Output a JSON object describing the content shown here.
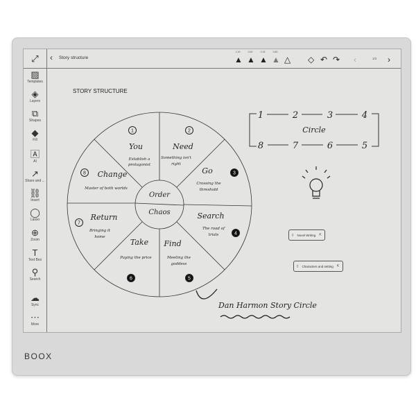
{
  "device": {
    "brand": "BOOX"
  },
  "header": {
    "title": "Story structure",
    "page": "1/2",
    "pen_sizes": [
      "1.15",
      "0.60",
      "0.15",
      "0.80"
    ]
  },
  "sidebar": {
    "items": [
      {
        "label": "Templates",
        "icon": "templates-icon",
        "g": "▨"
      },
      {
        "label": "Layers",
        "icon": "layers-icon",
        "g": "◈"
      },
      {
        "label": "Shapes",
        "icon": "shapes-icon",
        "g": "⧉"
      },
      {
        "label": "Fill",
        "icon": "fill-icon",
        "g": "◆"
      },
      {
        "label": "AI",
        "icon": "ai-icon",
        "g": "🄰"
      },
      {
        "label": "Share and ...",
        "icon": "share-icon",
        "g": "↗"
      },
      {
        "label": "Insert",
        "icon": "link-icon",
        "g": "⛓"
      },
      {
        "label": "Lasso",
        "icon": "lasso-icon",
        "g": "◯"
      },
      {
        "label": "Zoom",
        "icon": "zoom-icon",
        "g": "⊕"
      },
      {
        "label": "Text Box",
        "icon": "textbox-icon",
        "g": "T"
      },
      {
        "label": "Search",
        "icon": "search-icon",
        "g": "⚲"
      },
      {
        "label": "Sync",
        "icon": "sync-icon",
        "g": "☁"
      },
      {
        "label": "More",
        "icon": "more-icon",
        "g": "⋯"
      }
    ]
  },
  "note": {
    "heading": "STORY STRUCTURE",
    "center_top": "Order",
    "center_bottom": "Chaos",
    "segments": [
      {
        "num": "1",
        "title": "You",
        "desc1": "Establish a",
        "desc2": "protagonist"
      },
      {
        "num": "2",
        "title": "Need",
        "desc1": "Something isn't",
        "desc2": "right"
      },
      {
        "num": "3",
        "title": "Go",
        "desc1": "Crossing the",
        "desc2": "threshold"
      },
      {
        "num": "4",
        "title": "Search",
        "desc1": "The road of",
        "desc2": "trials"
      },
      {
        "num": "5",
        "title": "Find",
        "desc1": "Meeting the",
        "desc2": "goddess"
      },
      {
        "num": "6",
        "title": "Take",
        "desc1": "Paying the price",
        "desc2": ""
      },
      {
        "num": "7",
        "title": "Return",
        "desc1": "Bringing it",
        "desc2": "home"
      },
      {
        "num": "8",
        "title": "Change",
        "desc1": "Master of both worlds",
        "desc2": ""
      }
    ],
    "cycle": {
      "top": [
        "1",
        "2",
        "3",
        "4"
      ],
      "bottom": [
        "8",
        "7",
        "6",
        "5"
      ],
      "label": "Circle"
    },
    "links": [
      "Novel Writing",
      "Characters and setting"
    ],
    "signature": "Dan Harmon Story Circle"
  }
}
